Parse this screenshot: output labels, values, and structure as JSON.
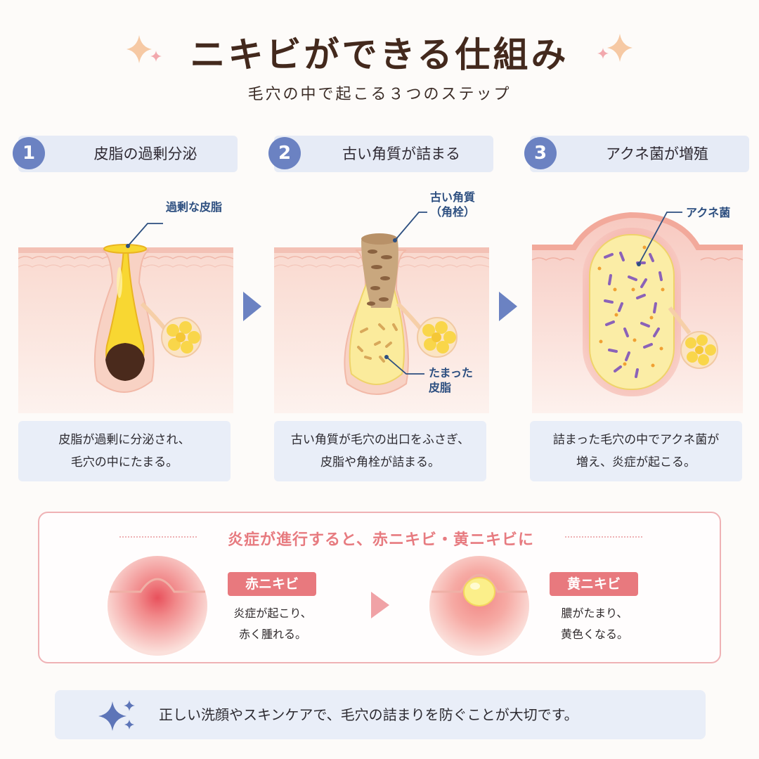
{
  "header": {
    "title": "ニキビができる仕組み",
    "subtitle": "毛穴の中で起こる３つのステップ"
  },
  "steps": [
    {
      "number": "1",
      "title": "皮脂の過剰分泌",
      "callouts": [
        "過剰な皮脂"
      ],
      "description": [
        "皮脂が過剰に分泌され、",
        "毛穴の中にたまる。"
      ]
    },
    {
      "number": "2",
      "title": "古い角質が詰まる",
      "callouts": [
        "古い角質",
        "（角栓）",
        "たまった",
        "皮脂"
      ],
      "description": [
        "古い角質が毛穴の出口をふさぎ、",
        "皮脂や角栓が詰まる。"
      ]
    },
    {
      "number": "3",
      "title": "アクネ菌が増殖",
      "callouts": [
        "アクネ菌"
      ],
      "description": [
        "詰まった毛穴の中でアクネ菌が",
        "増え、炎症が起こる。"
      ]
    }
  ],
  "progression": {
    "title": "炎症が進行すると、赤ニキビ・黄ニキビに",
    "red": {
      "label": "赤ニキビ",
      "description": [
        "炎症が起こり、",
        "赤く腫れる。"
      ]
    },
    "yellow": {
      "label": "黄ニキビ",
      "description": [
        "膿がたまり、",
        "黄色くなる。"
      ]
    }
  },
  "tip": {
    "text": "正しい洗顔やスキンケアで、毛穴の詰まりを防ぐことが大切です。"
  },
  "colors": {
    "step_badge": "#6b82c2",
    "step_bg": "#e6ebf6",
    "accent_pink": "#e8797e",
    "sebum_yellow": "#f7d33a",
    "bacteria_purple": "#8b62b8",
    "skin": "#fbe4dc"
  },
  "icons": [
    "sparkle-icon",
    "arrow-right-icon"
  ]
}
